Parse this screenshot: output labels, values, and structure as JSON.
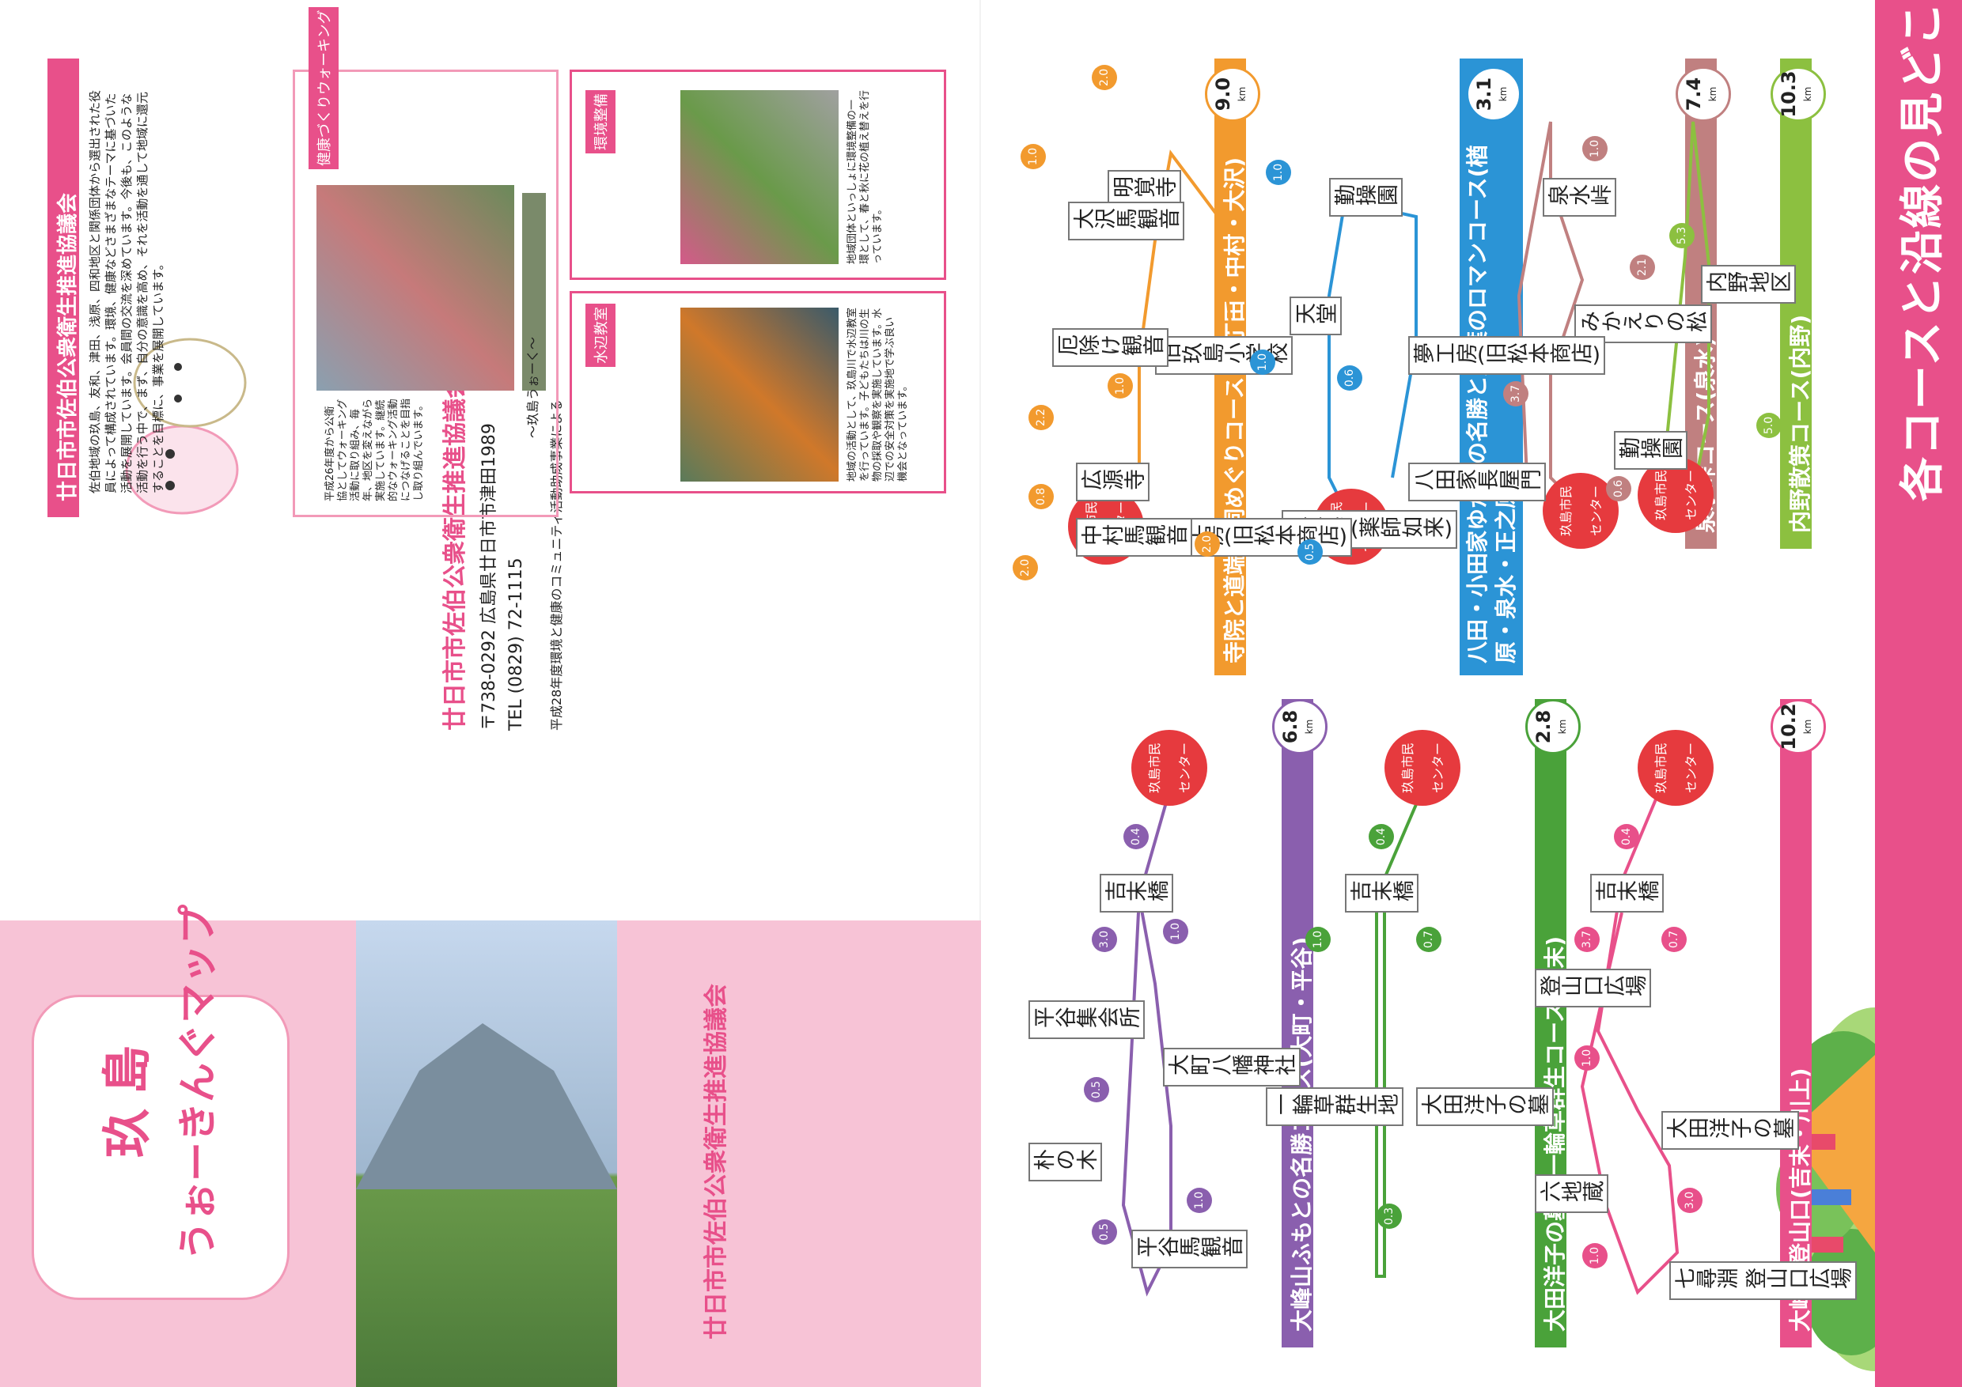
{
  "left_panel": {
    "title": "各コースと沿線の見どころ",
    "center_label": "玖島市民センター",
    "center_line1": "玖島市民",
    "center_line2": "センター",
    "courses": [
      {
        "name": "大峰山登山口(吉末・川上)",
        "km": "10.2",
        "color": "#e8508a",
        "stops": [
          "吉末橋",
          "登山口広場",
          "大田洋子の墓",
          "六地蔵",
          "七尋淵 登山口広場"
        ],
        "distances": [
          "0.4",
          "0.7",
          "3.7",
          "1.0",
          "3.0",
          "1.0"
        ]
      },
      {
        "name": "大田洋子の墓・一輪草群生コース(吉末)",
        "km": "2.8",
        "color": "#4aa23a",
        "stops": [
          "吉末橋",
          "大田洋子の墓",
          "一輪草群生地"
        ],
        "distances": [
          "0.4",
          "0.7",
          "1.0",
          "0.3"
        ]
      },
      {
        "name": "大峰山ふもとの名勝コース(大町・平谷)",
        "km": "6.8",
        "color": "#8a5fae",
        "stops": [
          "吉末橋",
          "平谷集会所",
          "大町八幡神社",
          "朴の木",
          "平谷馬観音"
        ],
        "distances": [
          "0.4",
          "1.0",
          "3.0",
          "0.5",
          "1.0",
          "0.5"
        ]
      },
      {
        "name": "内野散策コース(内野)",
        "km": "10.3",
        "color": "#8cc040",
        "stops": [
          "内野地区"
        ],
        "distances": [
          "5.0",
          "5.3"
        ]
      },
      {
        "name": "泉水峠コース(泉水)",
        "km": "7.4",
        "color": "#c08080",
        "stops": [
          "勤操園",
          "みかえりの松",
          "泉水峠"
        ],
        "distances": [
          "0.6",
          "3.7",
          "2.1",
          "1.0"
        ]
      },
      {
        "name": "八田・小田家ゆかりの名勝と万葉のロマンコース(楢原・泉水・正之原)",
        "km": "3.1",
        "color": "#2b94d6",
        "stops": [
          "八田家長屋門",
          "夢工房(旧松本商店)",
          "勤操園",
          "天堂",
          "正善寺(薬師如来)"
        ],
        "distances": [
          "0.5",
          "0.6",
          "1.0",
          "1.0"
        ]
      },
      {
        "name": "寺院と道端の祠めぐりコース(一丁田・中村・大沢)",
        "km": "9.0",
        "color": "#f29a2e",
        "stops": [
          "夢工房(旧松本商店)",
          "旧玖島小学校",
          "明覚寺",
          "大沢馬観音",
          "厄除け観音",
          "広源寺",
          "中村馬観音"
        ],
        "distances": [
          "2.0",
          "1.0",
          "2.0",
          "1.0",
          "2.2",
          "0.8",
          "2.0"
        ]
      }
    ]
  },
  "right_top": {
    "header": "廿日市市佐伯公衆衛生推進協議会",
    "intro": "佐伯地域の玖島、友和、津田、浅原、四和地区と関係団体から選出された役員によって構成されています。環境、健康などさまざまなテーマに基づいた活動を展開しています。会員間の交流を深めています。今後も、このような活動を行う中で、まず、自分の意識を高め、それを活動を通して地域に還元することを目標に、事業を展開しています。",
    "walking_tag": "健康づくりウォーキング",
    "walking_caption": "～玖島うぉーく～",
    "walking_text": "平成26年度から公衛協としてウォーキング活動に取り組み、毎年、地区を変えながら実施しています。継続的なウォーキング活動につなげることを目指し取り組んでいます。",
    "env_tag": "環境整備",
    "env_text": "地域団体といっしょに環境整備の一環として、春と秋に花の植え替えを行っています。",
    "water_tag": "水辺教室",
    "water_text": "地域の活動として、玖島川で水辺教室を行っています。子どもたちは川の生物の採取や観察を実施しています。水辺での安全対策を実施地で学ぶ良い機会となっています。"
  },
  "contact": {
    "org": "廿日市市佐伯公衆衛生推進協議会",
    "address": "〒738-0292 広島県廿日市市津田1989",
    "tel": "TEL (0829) 72-1115",
    "note": "平成28年度環境と健康のコミュニティ活動助成事業による"
  },
  "cover": {
    "title_line1": "玖島",
    "title_line2": "うぉーきんぐマップ",
    "org": "廿日市市佐伯公衆衛生推進協議会"
  },
  "colors": {
    "pink": "#e8508a",
    "light_pink": "#f7c3d6",
    "red": "#e63a3e"
  }
}
